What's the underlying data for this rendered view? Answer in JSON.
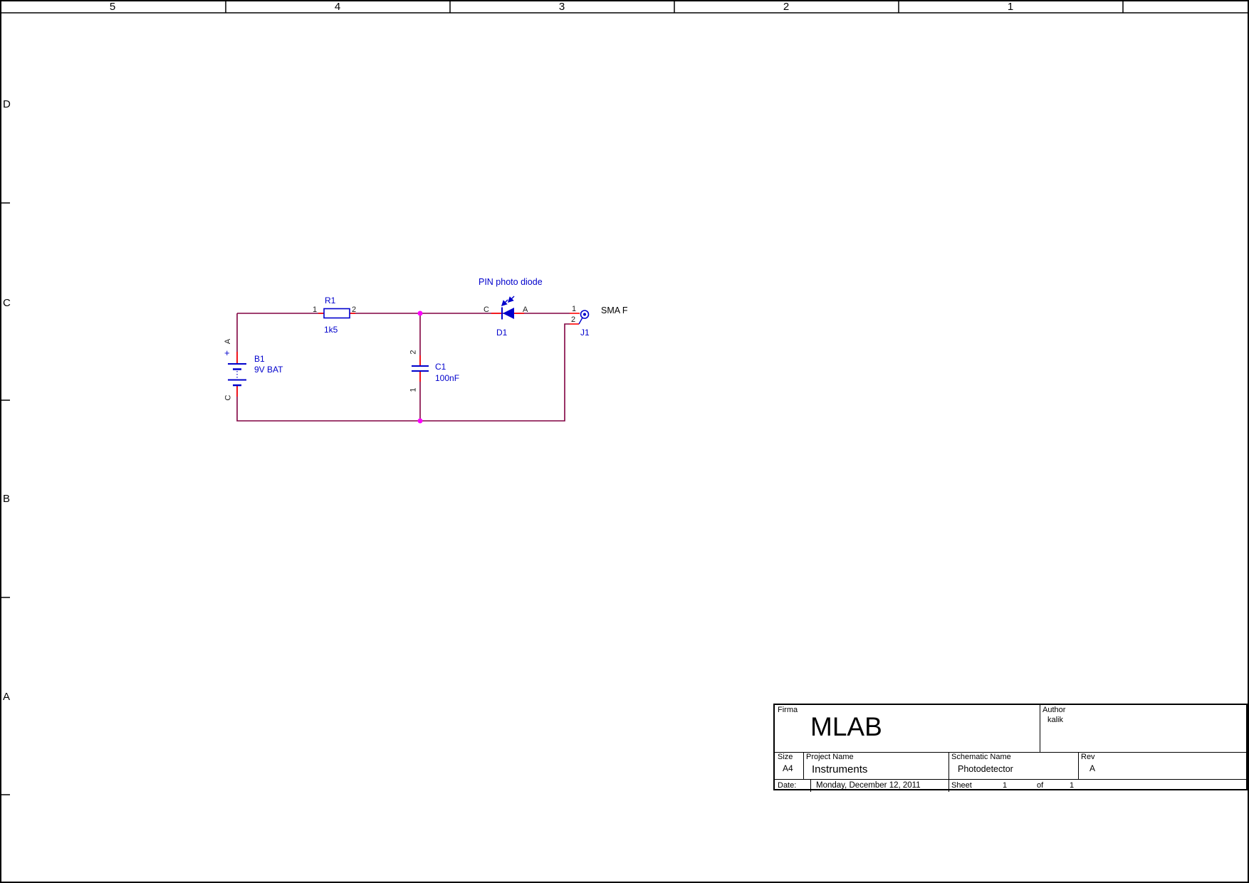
{
  "frame": {
    "cols": [
      "5",
      "4",
      "3",
      "2",
      "1"
    ],
    "rows": [
      "D",
      "C",
      "B",
      "A"
    ]
  },
  "colors": {
    "wire": "#800040",
    "pin": "#ff0000",
    "component": "#0000cc",
    "junction": "#ff00ff"
  },
  "circuit": {
    "note": "PIN photo diode",
    "b1": {
      "ref": "B1",
      "value": "9V BAT",
      "pin_a": "A",
      "pin_c": "C",
      "plus": "+"
    },
    "r1": {
      "ref": "R1",
      "value": "1k5",
      "pin1": "1",
      "pin2": "2"
    },
    "c1": {
      "ref": "C1",
      "value": "100nF",
      "pin1": "1",
      "pin2": "2"
    },
    "d1": {
      "ref": "D1",
      "pin_c": "C",
      "pin_a": "A"
    },
    "j1": {
      "ref": "J1",
      "value": "SMA F",
      "pin1": "1",
      "pin2": "2"
    }
  },
  "title_block": {
    "firma_label": "Firma",
    "company": "MLAB",
    "author_label": "Author",
    "author": "kalik",
    "size_label": "Size",
    "size": "A4",
    "project_label": "Project Name",
    "project": "Instruments",
    "schematic_label": "Schematic Name",
    "schematic": "Photodetector",
    "rev_label": "Rev",
    "rev": "A",
    "date_label": "Date:",
    "date": "Monday, December 12, 2011",
    "sheet_label": "Sheet",
    "sheet_number": "1",
    "of_label": "of",
    "sheet_total": "1"
  }
}
